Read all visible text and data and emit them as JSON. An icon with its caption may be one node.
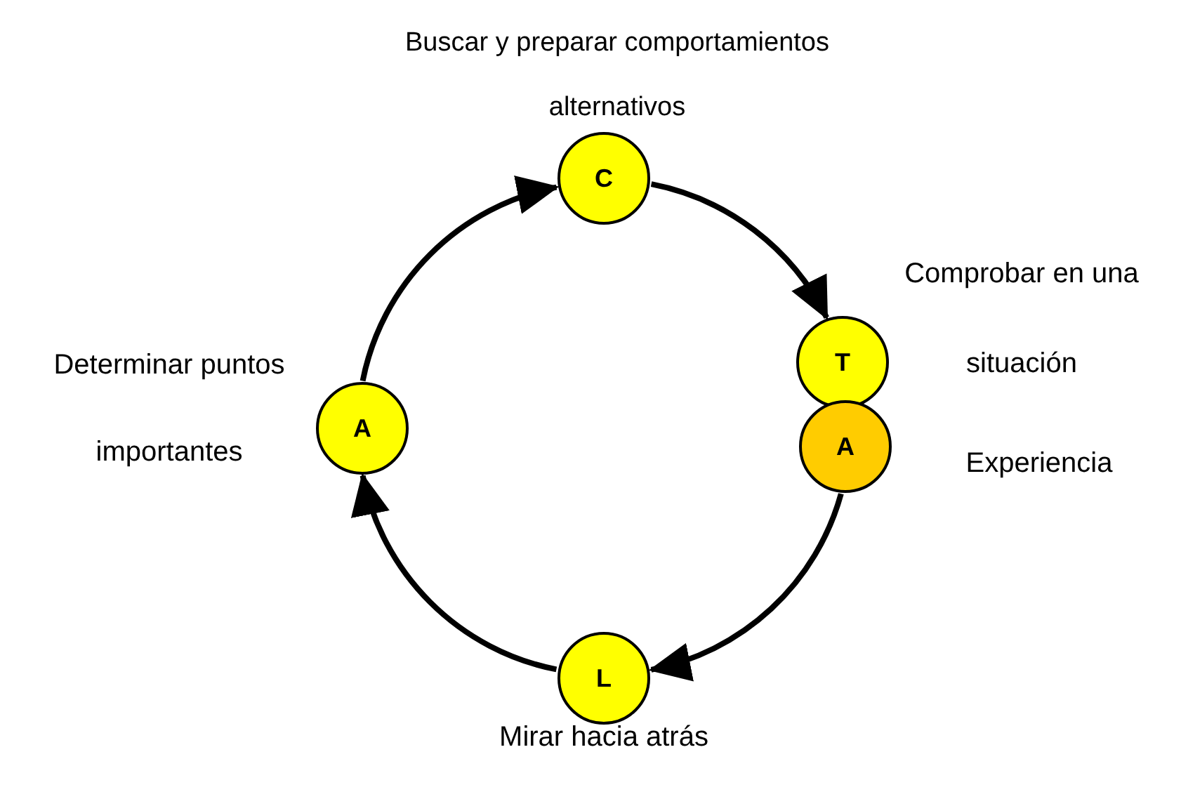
{
  "diagram": {
    "nodes": [
      {
        "text": [
          "C"
        ],
        "beside": [
          "Buscar y preparar comportamientos alternativos"
        ]
      },
      {
        "text": [
          "T"
        ],
        "beside": [
          "Comprobar en una situación"
        ]
      },
      {
        "text": [
          "A"
        ],
        "beside": [
          "Determinar puntos importantes"
        ]
      },
      {
        "text": [
          "A"
        ],
        "beside": [
          "Experiencia"
        ]
      },
      {
        "text": [
          "L"
        ],
        "beside": [
          "Mirar hacia atrás"
        ]
      }
    ],
    "edges": [
      {
        "from": 2,
        "to": 0,
        "arrow": "to"
      },
      {
        "from": 0,
        "to": 1,
        "arrow": "to"
      },
      {
        "from": 3,
        "to": 4,
        "arrow": "to"
      },
      {
        "from": 4,
        "to": 2,
        "arrow": "to"
      }
    ]
  }
}
